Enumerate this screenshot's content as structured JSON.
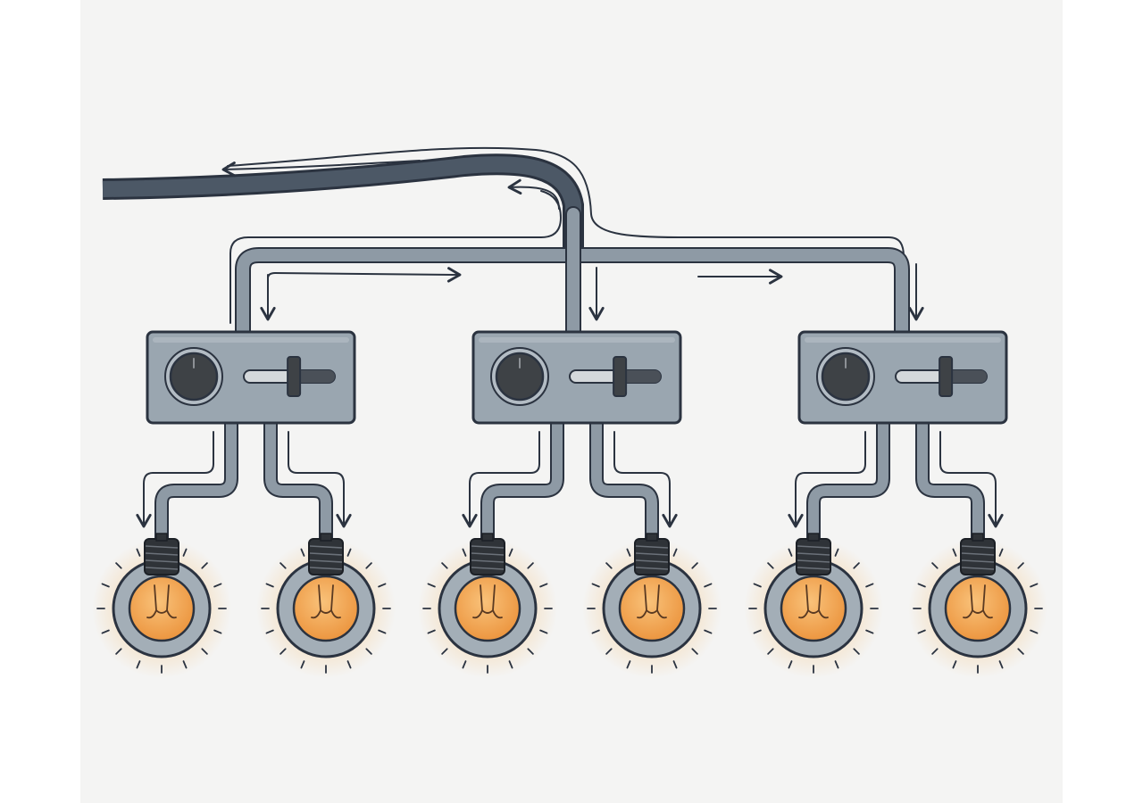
{
  "diagram": {
    "labels": [],
    "colors": {
      "page": "#ffffff",
      "canvas": "#f4f4f3",
      "cable": "#4c5866",
      "cable_light": "#a9b5bf",
      "conduit": "#8e9aa5",
      "outline": "#2b3340",
      "arrow": "#2b3340",
      "box_fill": "#9aa6b0",
      "knob": "#3e4246",
      "slider_track": "#d4d8db",
      "socket": "#2f3338",
      "bulb_ring": "#a3aeb7",
      "bulb_glow": "#f6b866",
      "bulb_core": "#f1a24a",
      "filament": "#5a3a22"
    },
    "icons": {
      "power_cable": "power-cable-icon",
      "dimmer_box": "dimmer-box-icon",
      "knob": "rotary-knob-icon",
      "slider": "slider-icon",
      "bulb": "light-bulb-icon",
      "arrow": "flow-arrow-icon"
    },
    "controllers": [
      {
        "id": "left",
        "knob": {},
        "slider": {
          "level": 0.55
        },
        "bulbs": [
          {
            "lit": true
          },
          {
            "lit": true
          }
        ]
      },
      {
        "id": "center",
        "knob": {},
        "slider": {
          "level": 0.55
        },
        "bulbs": [
          {
            "lit": true
          },
          {
            "lit": true
          }
        ]
      },
      {
        "id": "right",
        "knob": {},
        "slider": {
          "level": 0.55
        },
        "bulbs": [
          {
            "lit": true
          },
          {
            "lit": true
          }
        ]
      }
    ]
  }
}
